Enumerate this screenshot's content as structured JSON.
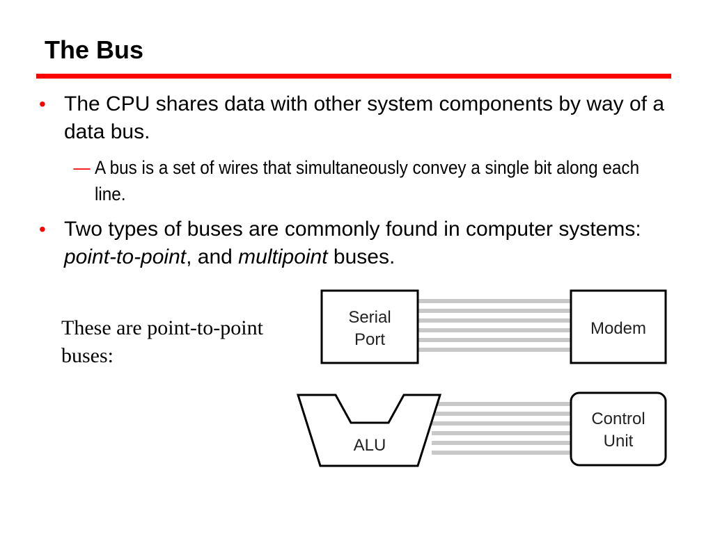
{
  "slide": {
    "title": "The Bus",
    "bullets": [
      {
        "text": "The CPU shares data with other system components by way of a data bus.",
        "sub": "A bus is a set of wires that simultaneously convey a single bit along each line."
      },
      {
        "text_before": "Two types of buses are commonly found in computer systems: ",
        "em1": "point-to-point",
        "text_mid": ", and ",
        "em2": "multipoint",
        "text_after": " buses."
      }
    ],
    "bullet_glyph": "•",
    "sub_glyph": "—",
    "caption": "These are point-to-point buses:",
    "accent_color": "#ff0000"
  },
  "diagram": {
    "serial_port_line1": "Serial",
    "serial_port_line2": "Port",
    "modem": "Modem",
    "alu": "ALU",
    "control_unit_line1": "Control",
    "control_unit_line2": "Unit"
  }
}
